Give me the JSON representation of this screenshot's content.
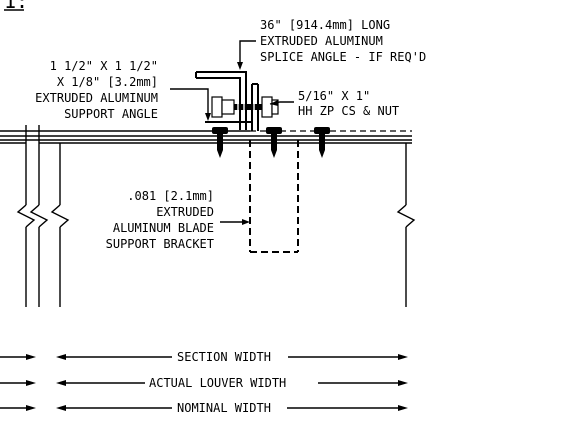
{
  "title_fragment": "1:",
  "callouts": {
    "splice_angle": [
      "36\" [914.4mm] LONG",
      "EXTRUDED ALUMINUM",
      "SPLICE ANGLE - IF REQ'D"
    ],
    "support_angle": [
      "1 1/2\" X 1 1/2\"",
      "X 1/8\" [3.2mm]",
      "EXTRUDED ALUMINUM",
      "SUPPORT ANGLE"
    ],
    "bolt": [
      "5/16\" X 1\"",
      "HH ZP CS & NUT"
    ],
    "bracket": [
      ".081 [2.1mm]",
      "EXTRUDED",
      "ALUMINUM BLADE",
      "SUPPORT BRACKET"
    ]
  },
  "dimensions": [
    "SECTION WIDTH",
    "ACTUAL LOUVER WIDTH",
    "NOMINAL WIDTH"
  ]
}
